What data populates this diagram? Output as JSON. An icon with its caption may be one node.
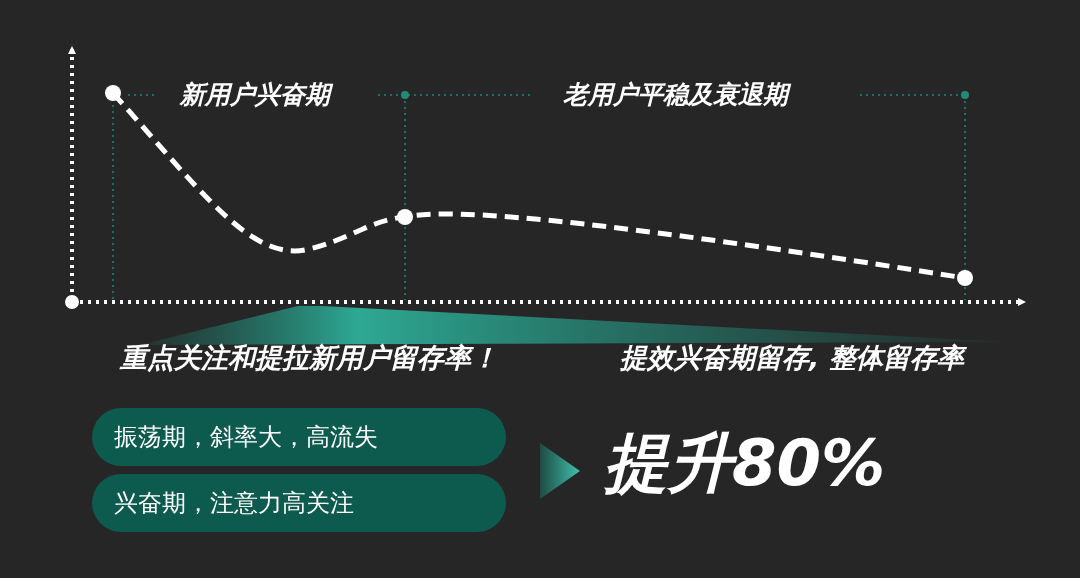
{
  "diagram": {
    "nodes": [
      {
        "text": [
          "振荡期，斜率大，高流失"
        ]
      },
      {
        "text": [
          "兴奋期，注意力高关注"
        ]
      },
      {
        "text": [
          "提升80%"
        ]
      }
    ],
    "edges": [
      {
        "from": 0,
        "to": 2,
        "arrow": "to"
      },
      {
        "from": 1,
        "to": 2,
        "arrow": "to"
      }
    ],
    "labels": [
      "新用户兴奋期",
      "老用户平稳及衰退期",
      "重点关注和提拉新用户留存率！",
      "提效兴奋期留存, 整体留存率"
    ]
  }
}
